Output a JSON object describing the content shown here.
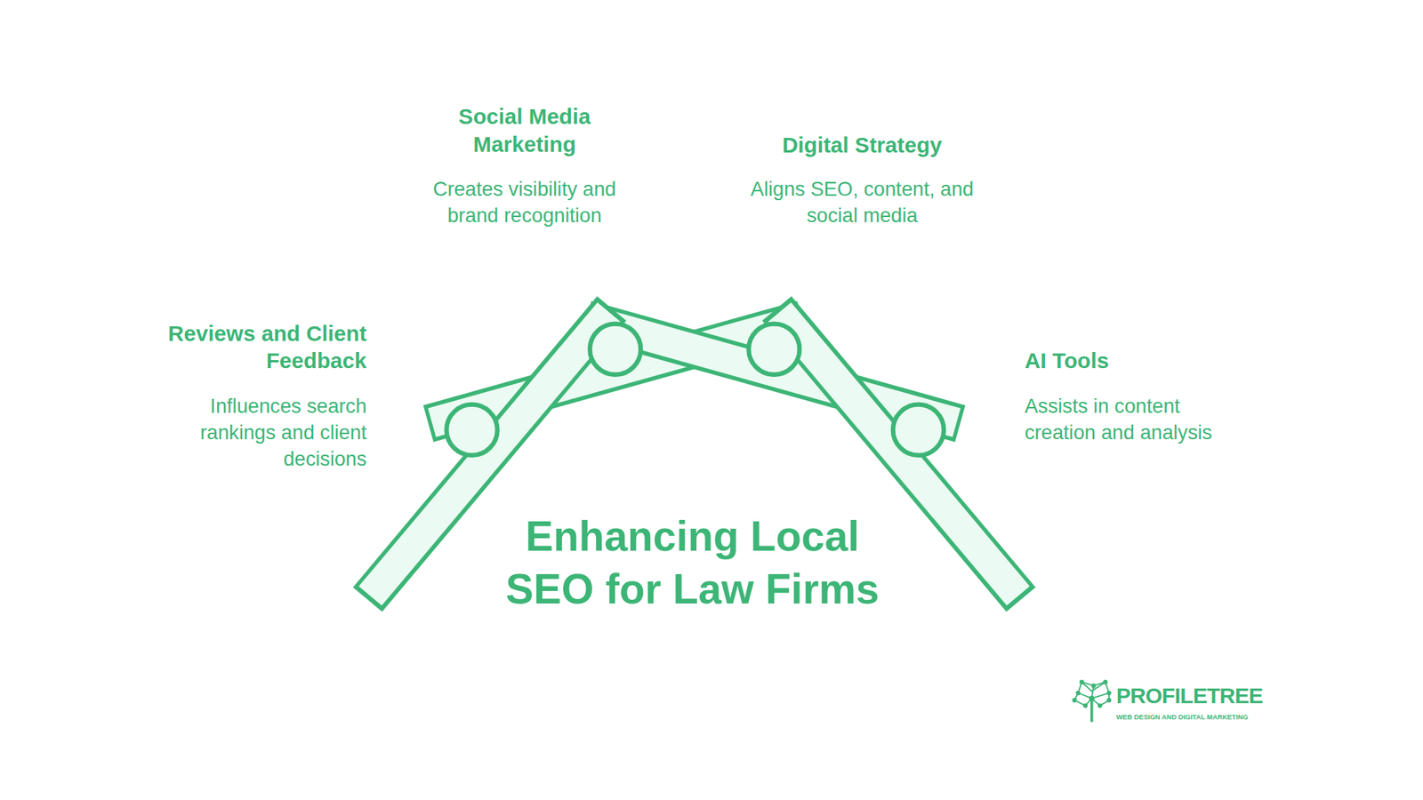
{
  "diagram": {
    "title": "Enhancing Local SEO for Law Firms",
    "labels": [
      "Social Media Marketing",
      "Creates visibility and brand recognition",
      "Digital Strategy",
      "Aligns SEO, content, and social media",
      "Reviews and Client Feedback",
      "Influences search rankings and client decisions",
      "AI Tools",
      "Assists in content creation and analysis",
      "PROFILETREE",
      "WEB DESIGN AND DIGITAL MARKETING"
    ]
  }
}
